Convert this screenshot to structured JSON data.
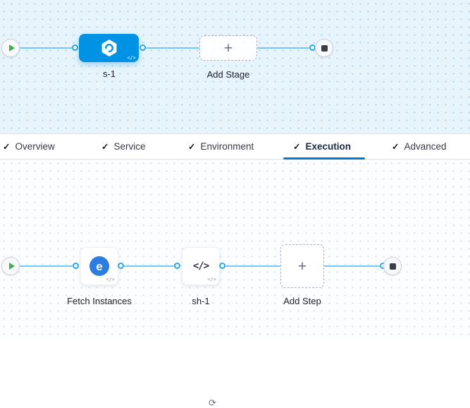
{
  "pipeline_graph": {
    "stage": {
      "label": "s-1",
      "badge": "</>"
    },
    "add_stage": {
      "label": "Add Stage",
      "plus": "+"
    }
  },
  "tabs": {
    "items": [
      {
        "label": "Overview",
        "check": "✓"
      },
      {
        "label": "Service",
        "check": "✓"
      },
      {
        "label": "Environment",
        "check": "✓"
      },
      {
        "label": "Execution",
        "check": "✓"
      },
      {
        "label": "Advanced",
        "check": "✓"
      }
    ],
    "active": "Execution"
  },
  "execution_graph": {
    "steps": [
      {
        "label": "Fetch Instances",
        "icon_letter": "e",
        "badge": "</>"
      },
      {
        "label": "sh-1",
        "icon_text": "</>",
        "badge": "</>",
        "loop_glyph": "⟳"
      }
    ],
    "add_step": {
      "label": "Add Step",
      "plus": "+"
    }
  },
  "colors": {
    "accent_blue": "#0092e4",
    "tab_underline": "#0278d5",
    "line_blue": "#74c8f1",
    "play_green": "#3fae49",
    "stop_dark": "#3a3d4a",
    "canvas_top_bg": "#e7f4fb",
    "canvas_bottom_bg": "#fbfdfe"
  }
}
